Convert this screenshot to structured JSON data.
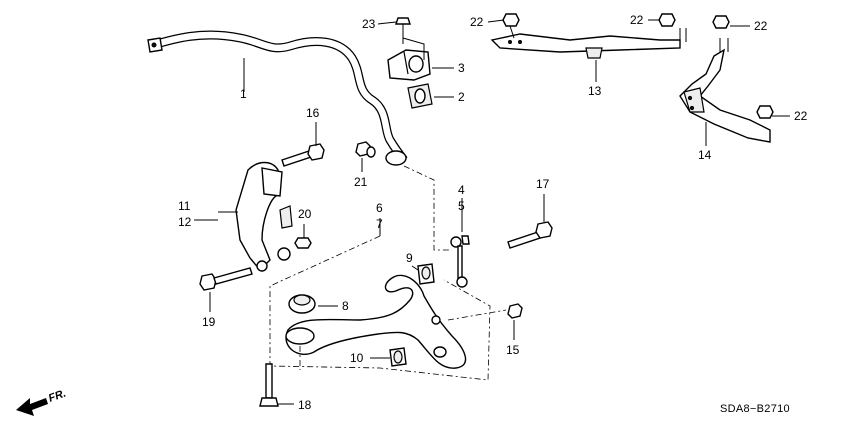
{
  "callouts": {
    "n1": "1",
    "n2": "2",
    "n3": "3",
    "n4": "4",
    "n5": "5",
    "n6": "6",
    "n7": "7",
    "n8": "8",
    "n9": "9",
    "n10": "10",
    "n11": "11",
    "n12": "12",
    "n13": "13",
    "n14": "14",
    "n15": "15",
    "n16": "16",
    "n17": "17",
    "n18": "18",
    "n19": "19",
    "n20": "20",
    "n21": "21",
    "n22a": "22",
    "n22b": "22",
    "n22c": "22",
    "n22d": "22",
    "n23": "23"
  },
  "footer": {
    "direction_label": "FR.",
    "diagram_code": "SDA8−B2710"
  }
}
